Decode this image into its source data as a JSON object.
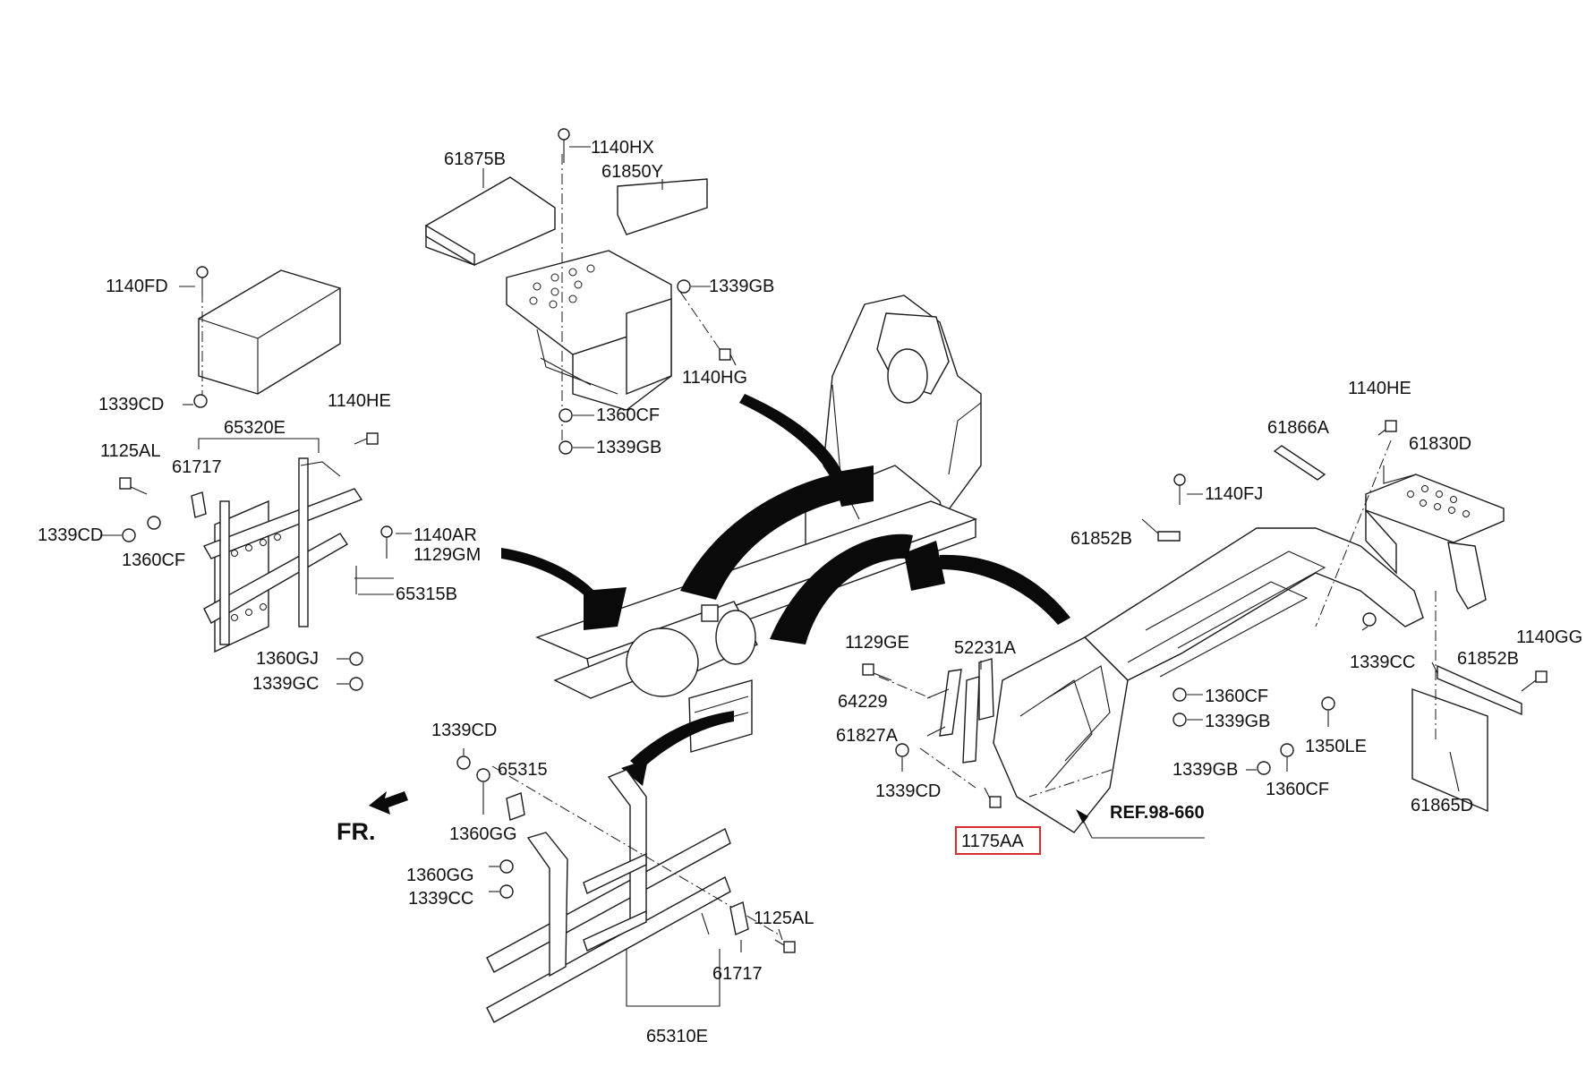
{
  "labels": {
    "p_1140HX": "1140HX",
    "p_61875B": "61875B",
    "p_61850Y": "61850Y",
    "p_1140FD": "1140FD",
    "p_1339GB_a": "1339GB",
    "p_1140HG": "1140HG",
    "p_1360CF_a": "1360CF",
    "p_1339GB_b": "1339GB",
    "p_1339CD_a": "1339CD",
    "p_1140HE_a": "1140HE",
    "p_65320E": "65320E",
    "p_1125AL_a": "1125AL",
    "p_61717_a": "61717",
    "p_1339CD_b": "1339CD",
    "p_1360CF_b": "1360CF",
    "p_1140AR": "1140AR",
    "p_1129GM": "1129GM",
    "p_65315B": "65315B",
    "p_1360GJ": "1360GJ",
    "p_1339GC": "1339GC",
    "p_1140HE_b": "1140HE",
    "p_61866A": "61866A",
    "p_61830D": "61830D",
    "p_1140FJ": "1140FJ",
    "p_61852B_a": "61852B",
    "p_1129GE": "1129GE",
    "p_52231A": "52231A",
    "p_1339CC_a": "1339CC",
    "p_1140GG": "1140GG",
    "p_61852B_b": "61852B",
    "p_64229": "64229",
    "p_1360CF_c": "1360CF",
    "p_1339GB_c": "1339GB",
    "p_61827A": "61827A",
    "p_1350LE": "1350LE",
    "p_1339CD_c": "1339CD",
    "p_1339GB_d": "1339GB",
    "p_1360CF_d": "1360CF",
    "p_61865D": "61865D",
    "p_1175AA": "1175AA",
    "p_ref": "REF.98-660",
    "p_1339CD_d": "1339CD",
    "p_65315": "65315",
    "p_fr": "FR.",
    "p_1360GG_a": "1360GG",
    "p_1360GG_b": "1360GG",
    "p_1339CC_b": "1339CC",
    "p_1125AL_b": "1125AL",
    "p_61717_b": "61717",
    "p_65310E": "65310E"
  },
  "highlight": {
    "part": "1175AA",
    "color": "#d92b2b"
  }
}
